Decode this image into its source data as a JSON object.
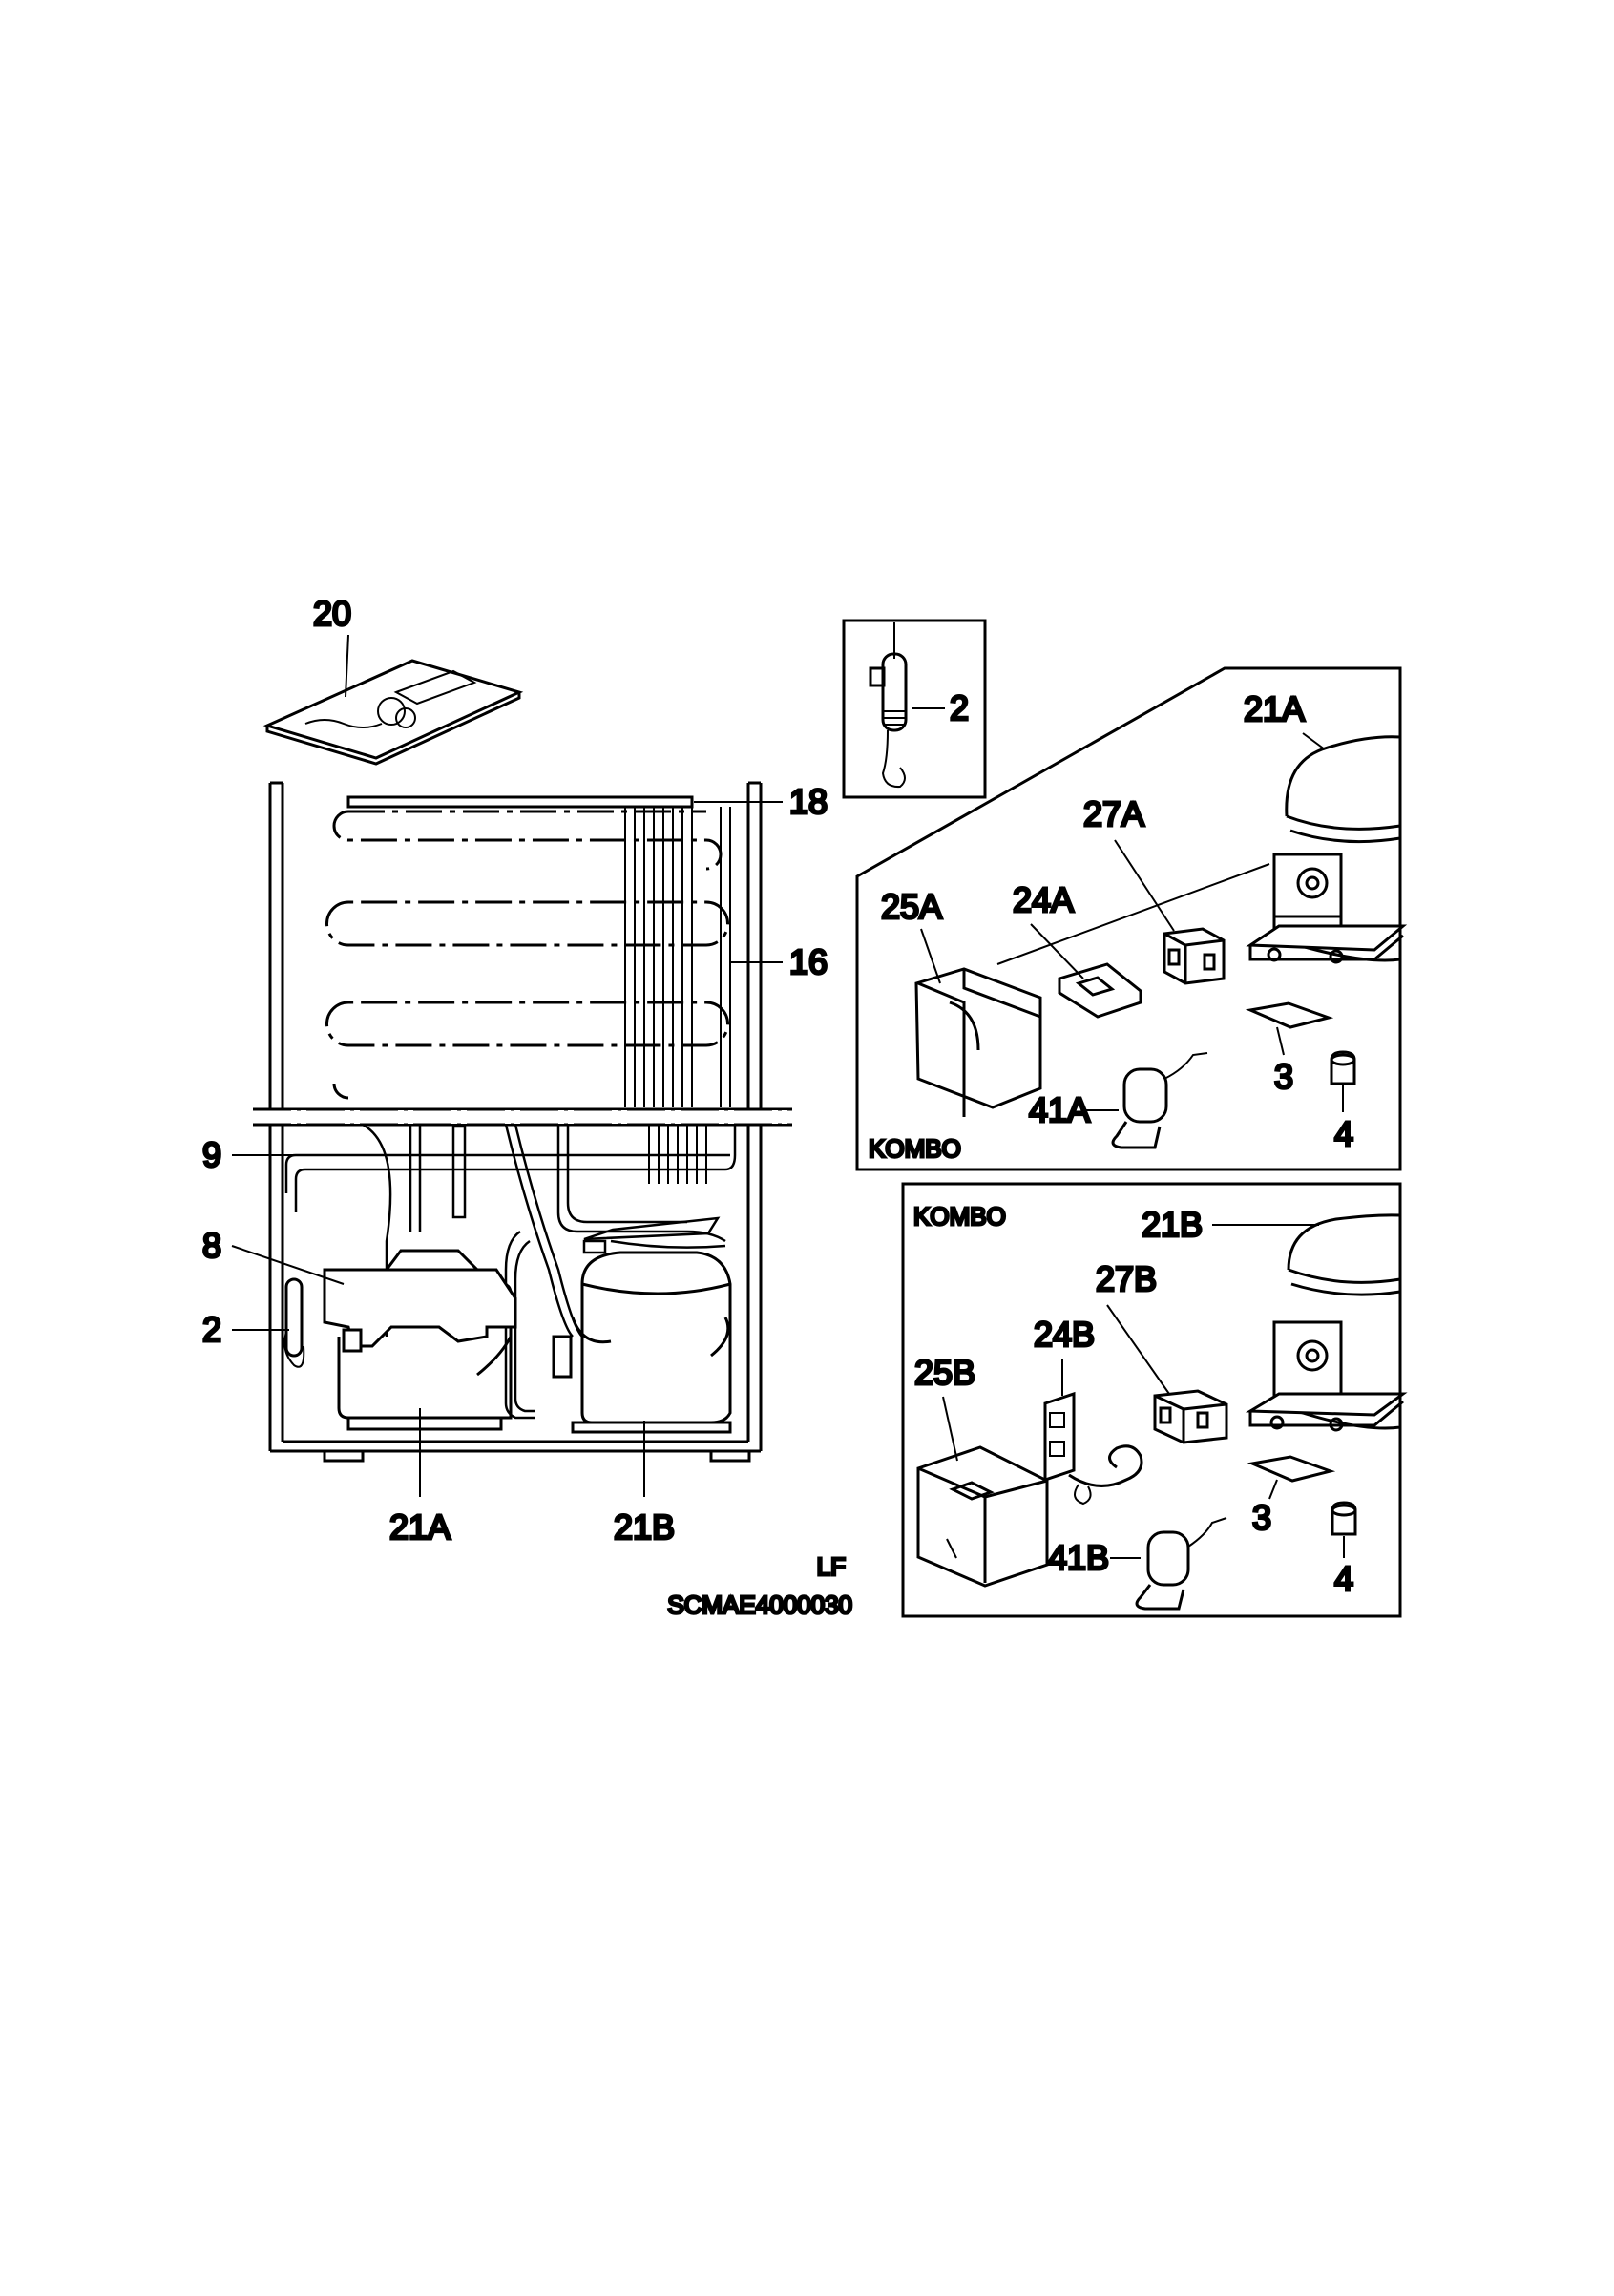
{
  "labels": {
    "manual": "20",
    "thermostat_detail": "2",
    "condenser_top": "18",
    "condenser": "16",
    "cabinet_9": "9",
    "cover_8": "8",
    "thermostat_2": "2",
    "compressor_a_bottom": "21A",
    "compressor_b_bottom": "21B"
  },
  "kombo_a": {
    "tag": "KOMBO",
    "compressor": "21A",
    "relay": "27A",
    "bracket": "24A",
    "cover": "25A",
    "grommet": "3",
    "foot": "4",
    "capacitor": "41A"
  },
  "kombo_b": {
    "tag": "KOMBO",
    "compressor": "21B",
    "relay": "27B",
    "bracket": "24B",
    "cover": "25B",
    "grommet": "3",
    "foot": "4",
    "capacitor": "41B"
  },
  "footer": {
    "code": "LF",
    "drawing_number": "SCMAE4000030"
  }
}
